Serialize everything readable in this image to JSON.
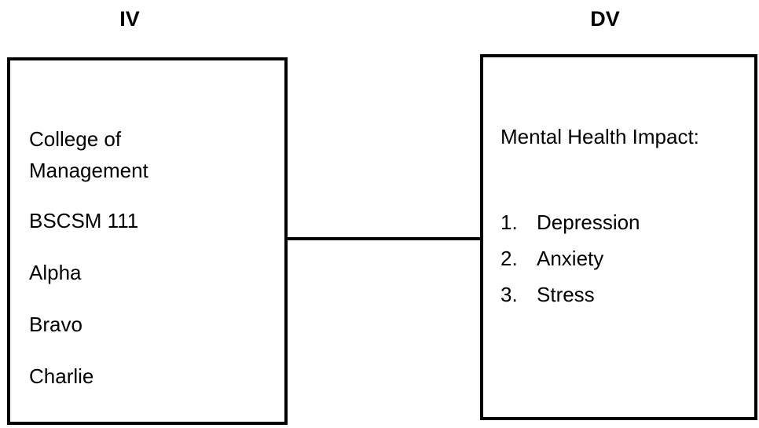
{
  "independent_variable": {
    "heading": "IV",
    "lines": {
      "college": "College of Management",
      "course": "BSCSM 111",
      "sections": [
        "Alpha",
        "Bravo",
        "Charlie"
      ]
    }
  },
  "dependent_variable": {
    "heading": "DV",
    "title": "Mental Health Impact:",
    "items": [
      {
        "number": "1.",
        "label": "Depression"
      },
      {
        "number": "2.",
        "label": "Anxiety"
      },
      {
        "number": "3.",
        "label": "Stress"
      }
    ]
  }
}
